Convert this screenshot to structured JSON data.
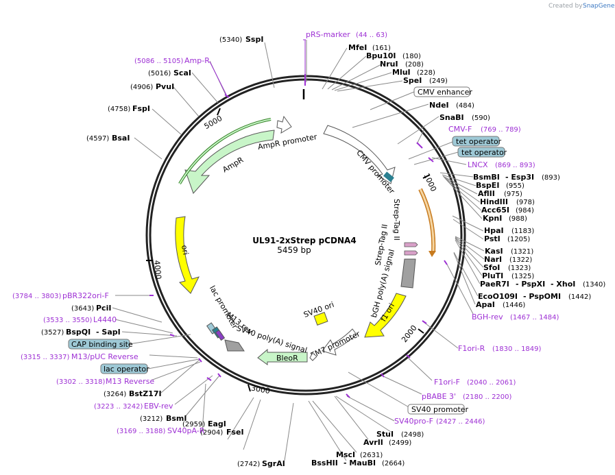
{
  "credit": {
    "prefix": "Created by",
    "brand": "SnapGene"
  },
  "plasmid": {
    "name": "UL91-2xStrep pCDNA4",
    "size": "5459 bp"
  },
  "ticks": [
    "1000",
    "2000",
    "3000",
    "4000",
    "5000"
  ],
  "enzymes": [
    {
      "id": "sspi",
      "pos": "(5340)",
      "name": "SspI"
    },
    {
      "id": "mfei",
      "name": "MfeI",
      "pos": "(161)"
    },
    {
      "id": "bpu10i",
      "name": "Bpu10I",
      "pos": "(180)"
    },
    {
      "id": "nrui",
      "name": "NruI",
      "pos": "(208)"
    },
    {
      "id": "mlui",
      "name": "MluI",
      "pos": "(228)"
    },
    {
      "id": "spei",
      "name": "SpeI",
      "pos": "(249)"
    },
    {
      "id": "ndei",
      "name": "NdeI",
      "pos": "(484)"
    },
    {
      "id": "snabi",
      "name": "SnaBI",
      "pos": "(590)"
    },
    {
      "id": "bsmbi",
      "name": "BsmBI",
      "name2": "- Esp3I",
      "pos": "(893)"
    },
    {
      "id": "bspei",
      "name": "BspEI",
      "pos": "(955)"
    },
    {
      "id": "aflii",
      "name": "AflII",
      "pos": "(975)"
    },
    {
      "id": "hindiii",
      "name": "HindIII",
      "pos": "(978)"
    },
    {
      "id": "acc65i",
      "name": "Acc65I",
      "pos": "(984)"
    },
    {
      "id": "kpni",
      "name": "KpnI",
      "pos": "(988)"
    },
    {
      "id": "hpai",
      "name": "HpaI",
      "pos": "(1183)"
    },
    {
      "id": "psti",
      "name": "PstI",
      "pos": "(1205)"
    },
    {
      "id": "kasi",
      "name": "KasI",
      "pos": "(1321)"
    },
    {
      "id": "nari",
      "name": "NarI",
      "pos": "(1322)"
    },
    {
      "id": "sfoi",
      "name": "SfoI",
      "pos": "(1323)"
    },
    {
      "id": "pluti",
      "name": "PluTI",
      "pos": "(1325)"
    },
    {
      "id": "paer7i",
      "name": "PaeR7I",
      "name2": "- PspXI",
      "name3": "- XhoI",
      "pos": "(1340)"
    },
    {
      "id": "eco0109i",
      "name": "EcoO109I",
      "name2": "- PspOMI",
      "pos": "(1442)"
    },
    {
      "id": "apai",
      "name": "ApaI",
      "pos": "(1446)"
    },
    {
      "id": "stui",
      "name": "StuI",
      "pos": "(2498)"
    },
    {
      "id": "avrii",
      "name": "AvrII",
      "pos": "(2499)"
    },
    {
      "id": "msci",
      "name": "MscI",
      "pos": "(2631)"
    },
    {
      "id": "bsshii",
      "name": "BssHII",
      "name2": "- MauBI",
      "pos": "(2664)"
    },
    {
      "id": "sgrai",
      "pos": "(2742)",
      "name": "SgrAI"
    },
    {
      "id": "fsei",
      "pos": "(2904)",
      "name": "FseI"
    },
    {
      "id": "eagi",
      "pos": "(2959)",
      "name": "EagI"
    },
    {
      "id": "bsmi",
      "pos": "(3212)",
      "name": "BsmI"
    },
    {
      "id": "bstz17i",
      "pos": "(3264)",
      "name": "BstZ17I"
    },
    {
      "id": "bspqi",
      "pos": "(3527)",
      "name": "BspQI",
      "name2": "- SapI"
    },
    {
      "id": "pcii",
      "pos": "(3643)",
      "name": "PciI"
    },
    {
      "id": "bsai",
      "pos": "(4597)",
      "name": "BsaI"
    },
    {
      "id": "fspi",
      "pos": "(4758)",
      "name": "FspI"
    },
    {
      "id": "pvui",
      "pos": "(4906)",
      "name": "PvuI"
    },
    {
      "id": "scai",
      "pos": "(5016)",
      "name": "ScaI"
    }
  ],
  "primers": [
    {
      "id": "prs",
      "name": "pRS-marker",
      "range": "(44 .. 63)"
    },
    {
      "id": "cmvf",
      "name": "CMV-F",
      "range": "(769 .. 789)"
    },
    {
      "id": "lncx",
      "name": "LNCX",
      "range": "(869 .. 893)"
    },
    {
      "id": "bghrev",
      "name": "BGH-rev",
      "range": "(1467 .. 1484)"
    },
    {
      "id": "f1orir",
      "name": "F1ori-R",
      "range": "(1830 .. 1849)"
    },
    {
      "id": "f1orif",
      "name": "F1ori-F",
      "range": "(2040 .. 2061)"
    },
    {
      "id": "pbabe",
      "name": "pBABE 3'",
      "range": "(2180 .. 2200)"
    },
    {
      "id": "sv40prof",
      "name": "SV40pro-F",
      "range": "(2427 .. 2446)"
    },
    {
      "id": "sv40par",
      "name": "SV40pA-R",
      "range": "(3169 .. 3188)"
    },
    {
      "id": "ebvrev",
      "name": "EBV-rev",
      "range": "(3223 .. 3242)"
    },
    {
      "id": "m13rev",
      "name": "M13 Reverse",
      "range": "(3302 .. 3318)"
    },
    {
      "id": "m13puc",
      "name": "M13/pUC Reverse",
      "range": "(3315 .. 3337)"
    },
    {
      "id": "l4440",
      "name": "L4440",
      "range": "(3533 .. 3550)"
    },
    {
      "id": "pbr322",
      "name": "pBR322ori-F",
      "range": "(3784 .. 3803)"
    },
    {
      "id": "ampr",
      "name": "Amp-R",
      "range": "(5086 .. 5105)"
    }
  ],
  "boxes": [
    {
      "id": "cmvenh",
      "label": "CMV enhancer",
      "fill": "#ffffff"
    },
    {
      "id": "tetop1",
      "label": "tet operator",
      "fill": "#9ec9d6"
    },
    {
      "id": "tetop2",
      "label": "tet operator",
      "fill": "#9ec9d6"
    },
    {
      "id": "sv40prom",
      "label": "SV40 promoter",
      "fill": "#ffffff"
    },
    {
      "id": "cap",
      "label": "CAP binding site",
      "fill": "#9ec9d6"
    },
    {
      "id": "lacop",
      "label": "lac operator",
      "fill": "#9ec9d6"
    }
  ],
  "features": {
    "ampr_promoter": "AmpR promoter",
    "ampr": "AmpR",
    "cmv_promoter": "CMV promoter",
    "strep1": "Strep-Tag II",
    "strep2": "Strep-Tag II",
    "bgh": "bGH poly(A) signal",
    "f1ori": "f1 ori",
    "sv40ori": "SV40 ori",
    "em7": "EM7 promoter",
    "bleor": "BleoR",
    "sv40pa": "SV40 poly(A) signal",
    "m13rev": "M13 rev",
    "lacprom": "lac promoter",
    "ori": "ori"
  },
  "colors": {
    "primer": "#9d2fd4",
    "ampr": "#c8f5c8",
    "ampr_edge": "#2e7d1f",
    "ori": "#ffff00",
    "tag": "#d8a0c8",
    "bgh": "#a0a0a0",
    "lac": "#2a7f90",
    "cap": "#9ec9d6",
    "f1": "#ffff00"
  }
}
